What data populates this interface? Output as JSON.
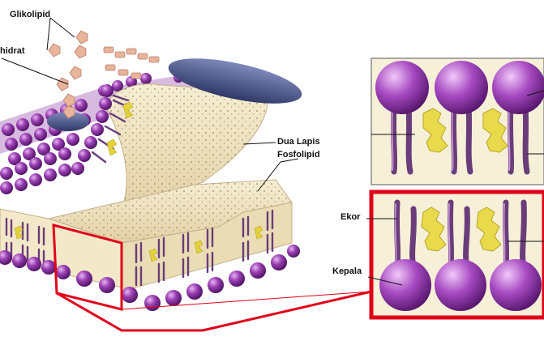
{
  "labels": {
    "glikolipid": "Glikolipid",
    "karbohidrat": "hidrat",
    "dua_lapis_line1": "Dua Lapis",
    "dua_lapis_line2": "Fosfolipid",
    "ekor": "Ekor",
    "kepala": "Kepala"
  },
  "colors": {
    "head": "#9a3fb3",
    "head_dark": "#5f1d76",
    "tail": "#6a3d7a",
    "membrane_fill": "#efe3c0",
    "membrane_edge": "#c4b08a",
    "cholesterol": "#e4d23a",
    "protein": "#4a5588",
    "sugar": "#e8b49c",
    "highlight": "#e1001a"
  }
}
